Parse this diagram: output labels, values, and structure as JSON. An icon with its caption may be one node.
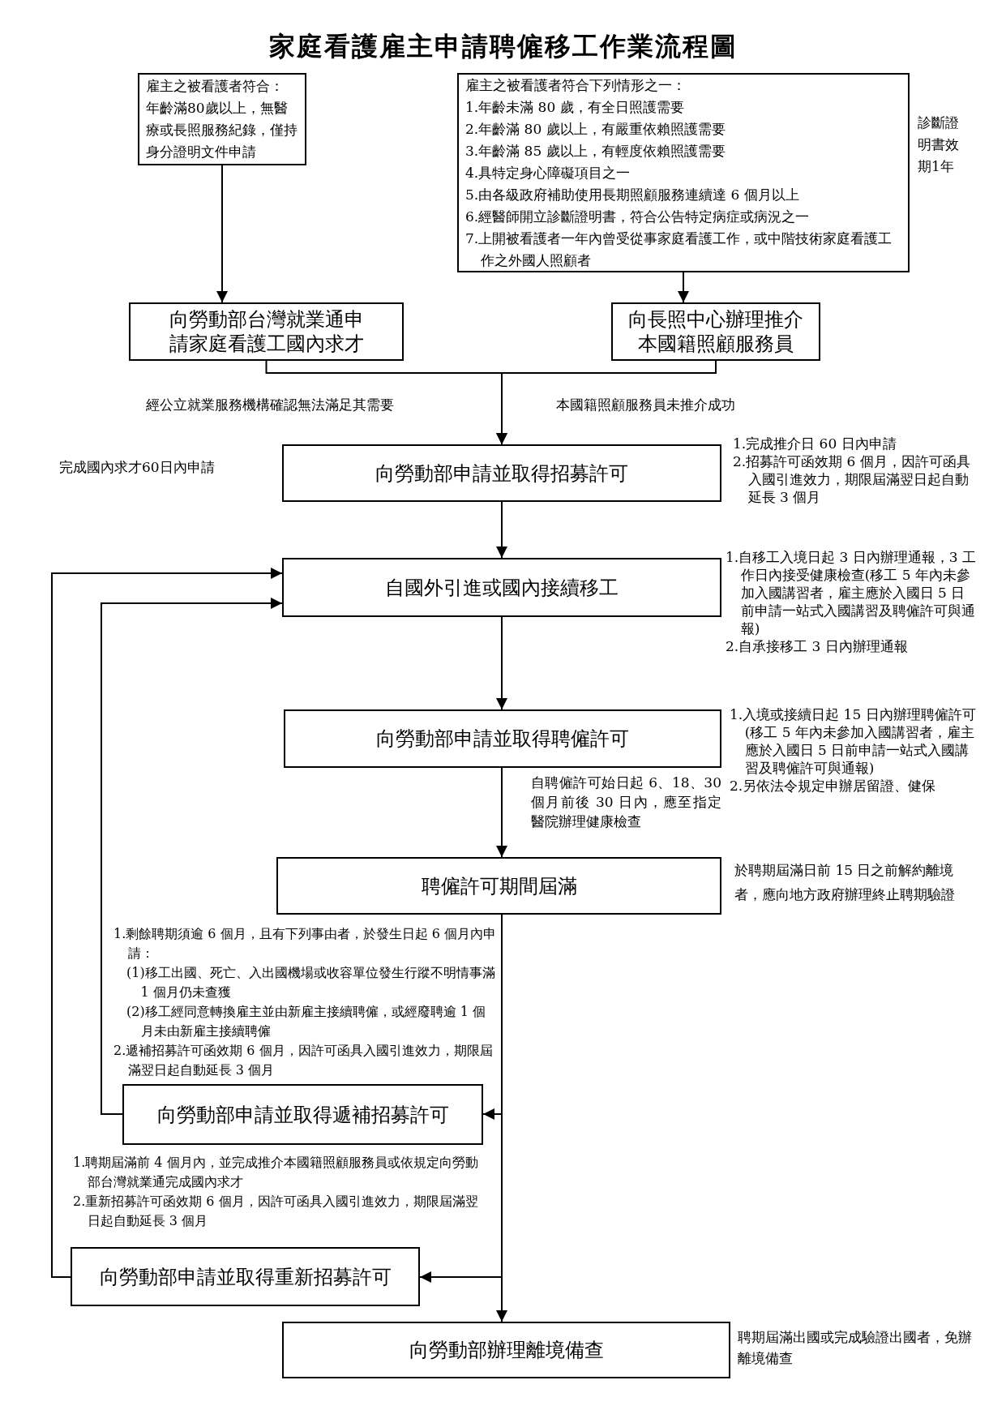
{
  "diagram": {
    "title": "家庭看護雇主申請聘僱移工作業流程圖",
    "nodes": [
      {
        "text": [
          "雇主之被看護者符合：",
          "年齡滿80歲以上，無醫療或長照服務紀錄，僅持身分證明文件申請"
        ]
      },
      {
        "text": [
          "雇主之被看護者符合下列情形之一：",
          "1.年齡未滿 80 歲，有全日照護需要",
          "2.年齡滿 80 歲以上，有嚴重依賴照護需要",
          "3.年齡滿 85 歲以上，有輕度依賴照護需要",
          "4.具特定身心障礙項目之一",
          "5.由各級政府補助使用長期照顧服務連續達 6 個月以上",
          "6.經醫師開立診斷證明書，符合公告特定病症或病況之一",
          "7.上開被看護者一年內曾受從事家庭看護工作，或中階技術家庭看護工作之外國人照顧者"
        ],
        "beside": [
          "診斷證明書效期1年"
        ]
      },
      {
        "text": [
          "向勞動部台灣就業通申請家庭看護工國內求才"
        ]
      },
      {
        "text": [
          "向長照中心辦理推介本國籍照顧服務員"
        ]
      },
      {
        "text": [
          "向勞動部申請並取得招募許可"
        ],
        "beside": [
          "1.完成推介日 60 日內申請",
          "2.招募許可函效期 6 個月，因許可函具入國引進效力，期限屆滿翌日起自動延長 3 個月"
        ]
      },
      {
        "text": [
          "自國外引進或國內接續移工"
        ],
        "beside": [
          "1.自移工入境日起 3 日內辦理通報，3 工作日內接受健康檢查(移工 5 年內未參加入國講習者，雇主應於入國日 5 日前申請一站式入國講習及聘僱許可與通報)",
          "2.自承接移工 3 日內辦理通報"
        ]
      },
      {
        "text": [
          "向勞動部申請並取得聘僱許可"
        ],
        "beside": [
          "1.入境或接續日起 15 日內辦理聘僱許可(移工 5 年內未參加入國講習者，雇主應於入國日 5 日前申請一站式入國講習及聘僱許可與通報)",
          "2.另依法令規定申辦居留證、健保"
        ]
      },
      {
        "text": [
          "聘僱許可期間屆滿"
        ],
        "beside": [
          "於聘期屆滿日前 15 日之前解約離境者，應向地方政府辦理終止聘期驗證"
        ]
      },
      {
        "text": [
          "向勞動部申請並取得遞補招募許可"
        ],
        "beside": [
          "1.剩餘聘期須逾 6 個月，且有下列事由者，於發生日起 6 個月內申請：",
          "(1)移工出國、死亡、入出國機場或收容單位發生行蹤不明情事滿 1 個月仍未查獲",
          "(2)移工經同意轉換雇主並由新雇主接續聘僱，或經廢聘逾 1 個月未由新雇主接續聘僱",
          "2.遞補招募許可函效期 6 個月，因許可函具入國引進效力，期限屆滿翌日起自動延長 3 個月"
        ]
      },
      {
        "text": [
          "向勞動部申請並取得重新招募許可"
        ],
        "beside": [
          "1.聘期屆滿前 4 個月內，並完成推介本國籍照顧服務員或依規定向勞動部台灣就業通完成國內求才",
          "2.重新招募許可函效期 6 個月，因許可函具入國引進效力，期限屆滿翌日起自動延長 3 個月"
        ]
      },
      {
        "text": [
          "向勞動部辦理離境備查"
        ],
        "beside": [
          "聘期屆滿出國或完成驗證出國者，免辦離境備查"
        ]
      }
    ],
    "edges": [
      {
        "from": 0,
        "to": 2,
        "arrow": "to"
      },
      {
        "from": 1,
        "to": 3,
        "arrow": "to"
      },
      {
        "from": 2,
        "to": 4,
        "arrow": "to",
        "label": "經公立就業服務機構確認無法滿足其需要"
      },
      {
        "from": 3,
        "to": 4,
        "arrow": "to",
        "label": "本國籍照顧服務員未推介成功"
      },
      {
        "from": 4,
        "to": 5,
        "arrow": "to"
      },
      {
        "from": 5,
        "to": 6,
        "arrow": "to"
      },
      {
        "from": 6,
        "to": 7,
        "arrow": "to",
        "label": "自聘僱許可始日起 6、18、30 個月前後 30 日內，應至指定醫院辦理健康檢查"
      },
      {
        "from": 7,
        "to": 8,
        "arrow": "to"
      },
      {
        "from": 7,
        "to": 9,
        "arrow": "to"
      },
      {
        "from": 7,
        "to": 10,
        "arrow": "to"
      },
      {
        "from": 8,
        "to": 5,
        "arrow": "to"
      },
      {
        "from": 9,
        "to": 5,
        "arrow": "to"
      }
    ],
    "labels": [
      "完成國內求才60日內申請"
    ]
  }
}
